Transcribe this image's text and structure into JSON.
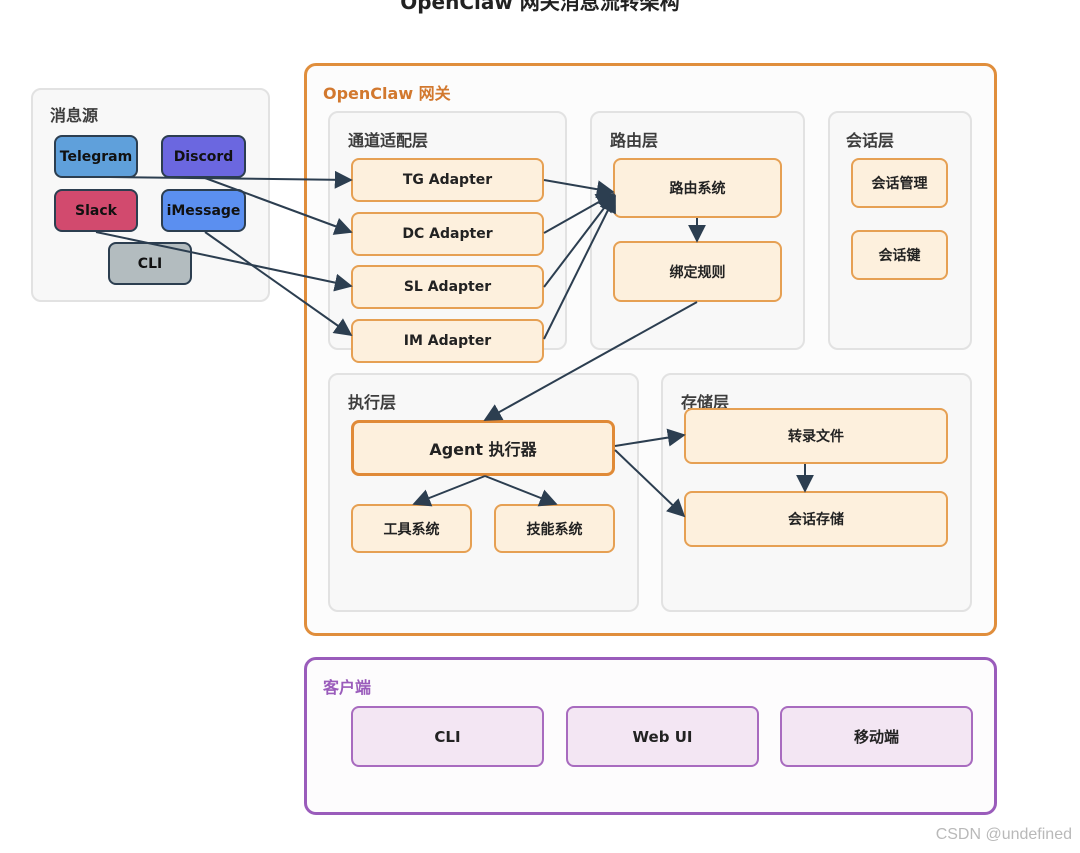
{
  "page_title": "OpenClaw 网关消息流转架构",
  "watermark": "CSDN @undefined",
  "sources": {
    "title": "消息源",
    "items": {
      "telegram": {
        "label": "Telegram",
        "color": "#5fa0db"
      },
      "discord": {
        "label": "Discord",
        "color": "#6b67e0"
      },
      "slack": {
        "label": "Slack",
        "color": "#d24a6e"
      },
      "imessage": {
        "label": "iMessage",
        "color": "#5b8ff0"
      },
      "cli": {
        "label": "CLI",
        "color": "#b3bcbf"
      }
    }
  },
  "gateway": {
    "title": "OpenClaw 网关",
    "title_color": "#d2782e",
    "channel_layer": {
      "title": "通道适配层",
      "items": {
        "tg": "TG Adapter",
        "dc": "DC Adapter",
        "sl": "SL Adapter",
        "im": "IM Adapter"
      }
    },
    "routing_layer": {
      "title": "路由层",
      "items": {
        "router": "路由系统",
        "binding": "绑定规则"
      }
    },
    "session_layer": {
      "title": "会话层",
      "items": {
        "manager": "会话管理",
        "key": "会话键"
      }
    },
    "execution_layer": {
      "title": "执行层",
      "items": {
        "agent": "Agent 执行器",
        "tools": "工具系统",
        "skills": "技能系统"
      }
    },
    "storage_layer": {
      "title": "存储层",
      "items": {
        "transcript": "转录文件",
        "session_store": "会话存储"
      }
    }
  },
  "clients": {
    "title": "客户端",
    "title_color": "#9a5cbb",
    "items": {
      "cli": "CLI",
      "webui": "Web UI",
      "mobile": "移动端"
    }
  }
}
